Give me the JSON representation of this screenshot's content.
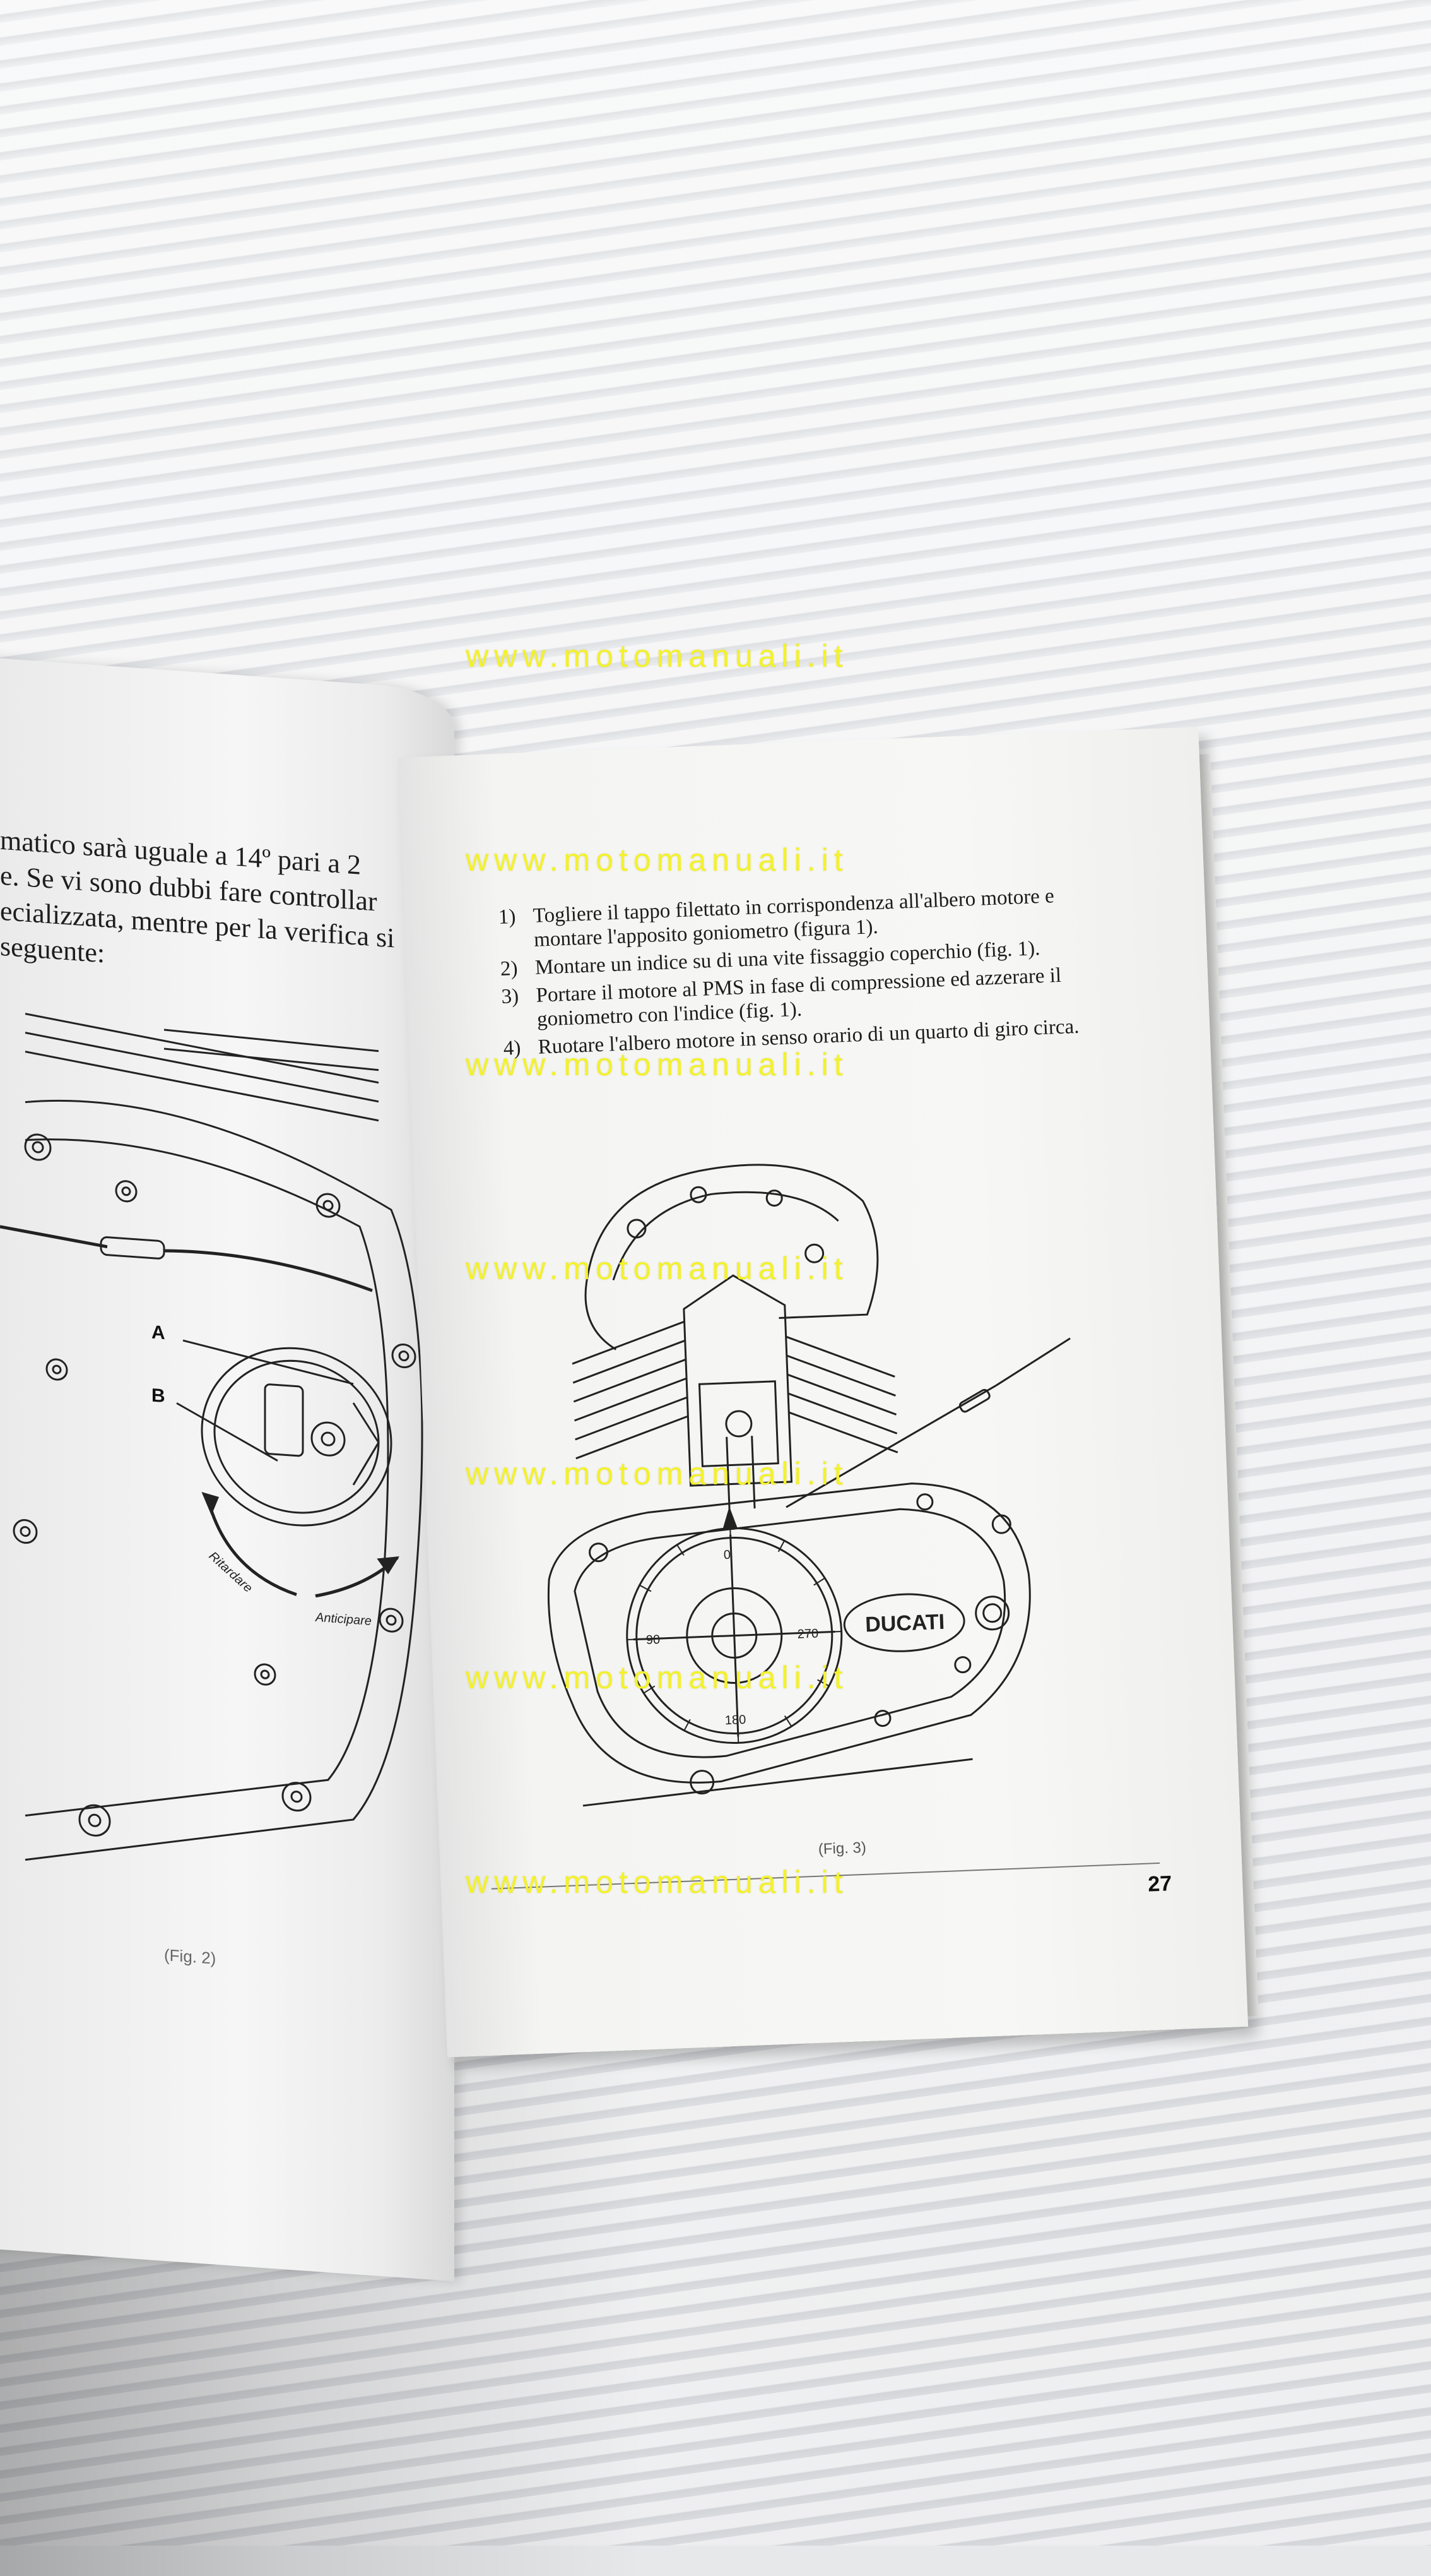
{
  "watermark": "www.motomanuali.it",
  "left_page": {
    "lines": [
      "matico sarà uguale a 14º pari a 2",
      "e. Se vi sono dubbi fare controllar",
      "ecializzata, mentre per la verifica si",
      "seguente:"
    ],
    "label_a": "A",
    "label_b": "B",
    "arrow_ritardare": "Ritardare",
    "arrow_anticipare": "Anticipare",
    "caption": "(Fig. 2)"
  },
  "right_page": {
    "steps": [
      {
        "num": "1)",
        "text": "Togliere il tappo filettato in corrispondenza all'albero motore e montare l'apposito goniometro (figura 1)."
      },
      {
        "num": "2)",
        "text": "Montare un indice su di una vite fissaggio coperchio (fig. 1)."
      },
      {
        "num": "3)",
        "text": "Portare il motore al PMS in fase di compressione ed azzerare il goniometro con l'indice (fig. 1)."
      },
      {
        "num": "4)",
        "text": "Ruotare l'albero motore in senso orario di un quarto di giro circa."
      }
    ],
    "dial_labels": {
      "top": "0",
      "left": "90",
      "right": "270",
      "bottom": "180"
    },
    "brand": "DUCATI",
    "caption": "(Fig. 3)",
    "page_number": "27"
  }
}
